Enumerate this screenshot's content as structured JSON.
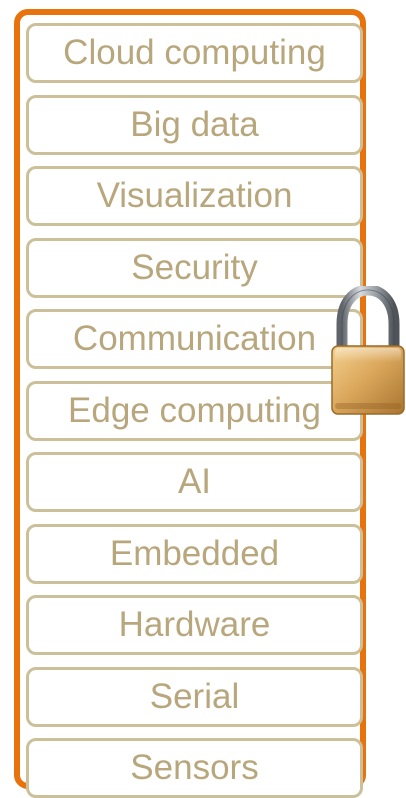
{
  "layers": [
    {
      "label": "Cloud computing"
    },
    {
      "label": "Big data"
    },
    {
      "label": "Visualization"
    },
    {
      "label": "Security"
    },
    {
      "label": "Communication"
    },
    {
      "label": "Edge computing"
    },
    {
      "label": "AI"
    },
    {
      "label": "Embedded"
    },
    {
      "label": "Hardware"
    },
    {
      "label": "Serial"
    },
    {
      "label": "Sensors"
    }
  ],
  "icons": {
    "lock": "padlock-icon"
  },
  "colors": {
    "frame_border": "#e8720c",
    "layer_border": "#ccc09a",
    "layer_text": "#b8a77c",
    "lock_body": "#d9a85c",
    "lock_shackle": "#8f959c"
  }
}
